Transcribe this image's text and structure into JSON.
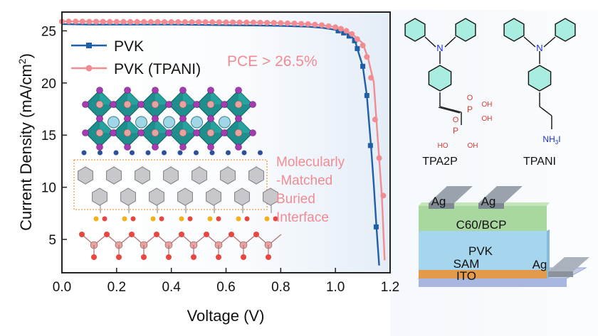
{
  "chart_data": {
    "type": "line",
    "xlabel": "Voltage (V)",
    "ylabel": "Current Density (mA/cm",
    "ylabel_sup": "2",
    "ylabel_tail": ")",
    "xlim": [
      0.0,
      1.2
    ],
    "ylim": [
      1.8,
      26.8
    ],
    "x_ticks": [
      "0.0",
      "0.2",
      "0.4",
      "0.6",
      "0.8",
      "1.0",
      "1.2"
    ],
    "y_ticks": [
      "5",
      "10",
      "15",
      "20",
      "25"
    ],
    "grid": false,
    "legend_position": "top-left",
    "series": [
      {
        "name": "PVK",
        "color": "#1f5fa8",
        "marker": "square",
        "points": [
          [
            0.0,
            25.65
          ],
          [
            0.1,
            25.6
          ],
          [
            0.2,
            25.6
          ],
          [
            0.3,
            25.6
          ],
          [
            0.4,
            25.6
          ],
          [
            0.5,
            25.58
          ],
          [
            0.6,
            25.55
          ],
          [
            0.7,
            25.52
          ],
          [
            0.8,
            25.48
          ],
          [
            0.9,
            25.4
          ],
          [
            0.95,
            25.3
          ],
          [
            1.0,
            25.1
          ],
          [
            1.03,
            24.9
          ],
          [
            1.05,
            24.6
          ],
          [
            1.07,
            24.2
          ],
          [
            1.08,
            23.3
          ],
          [
            1.1,
            21.6
          ],
          [
            1.115,
            18.8
          ],
          [
            1.13,
            14.0
          ],
          [
            1.14,
            10.3
          ],
          [
            1.15,
            6.2
          ],
          [
            1.16,
            2.5
          ]
        ],
        "marker_points": [
          [
            1.01,
            25.0
          ],
          [
            1.03,
            24.8
          ],
          [
            1.05,
            24.5
          ],
          [
            1.07,
            24.05
          ],
          [
            1.08,
            23.3
          ],
          [
            1.1,
            21.6
          ],
          [
            1.115,
            18.8
          ],
          [
            1.128,
            14.0
          ],
          [
            1.149,
            6.2
          ]
        ]
      },
      {
        "name": "PVK (TPANI)",
        "color": "#f08c92",
        "marker": "circle",
        "points": [
          [
            0.0,
            25.9
          ],
          [
            0.1,
            25.88
          ],
          [
            0.2,
            25.87
          ],
          [
            0.3,
            25.86
          ],
          [
            0.4,
            25.85
          ],
          [
            0.5,
            25.84
          ],
          [
            0.6,
            25.82
          ],
          [
            0.7,
            25.8
          ],
          [
            0.8,
            25.75
          ],
          [
            0.9,
            25.65
          ],
          [
            0.95,
            25.55
          ],
          [
            1.0,
            25.35
          ],
          [
            1.04,
            25.0
          ],
          [
            1.07,
            24.5
          ],
          [
            1.1,
            23.8
          ],
          [
            1.12,
            22.3
          ],
          [
            1.14,
            20.1
          ],
          [
            1.15,
            16.4
          ],
          [
            1.16,
            12.8
          ],
          [
            1.17,
            9.0
          ],
          [
            1.18,
            3.0
          ]
        ],
        "marker_points": [
          [
            0.0,
            25.9
          ],
          [
            0.025,
            25.9
          ],
          [
            0.05,
            25.9
          ],
          [
            0.075,
            25.9
          ],
          [
            0.1,
            25.88
          ],
          [
            0.125,
            25.88
          ],
          [
            0.15,
            25.88
          ],
          [
            0.175,
            25.87
          ],
          [
            0.2,
            25.87
          ],
          [
            0.225,
            25.87
          ],
          [
            0.25,
            25.86
          ],
          [
            0.275,
            25.86
          ],
          [
            0.3,
            25.86
          ],
          [
            0.325,
            25.86
          ],
          [
            0.35,
            25.86
          ],
          [
            0.375,
            25.85
          ],
          [
            0.4,
            25.85
          ],
          [
            0.425,
            25.85
          ],
          [
            0.45,
            25.85
          ],
          [
            0.475,
            25.84
          ],
          [
            0.5,
            25.84
          ],
          [
            0.525,
            25.84
          ],
          [
            0.55,
            25.83
          ],
          [
            0.575,
            25.83
          ],
          [
            0.6,
            25.82
          ],
          [
            0.625,
            25.82
          ],
          [
            0.65,
            25.81
          ],
          [
            0.675,
            25.81
          ],
          [
            0.7,
            25.8
          ],
          [
            0.725,
            25.79
          ],
          [
            0.75,
            25.78
          ],
          [
            0.775,
            25.77
          ],
          [
            0.8,
            25.75
          ],
          [
            0.825,
            25.73
          ],
          [
            0.85,
            25.71
          ],
          [
            0.875,
            25.68
          ],
          [
            0.9,
            25.65
          ],
          [
            0.925,
            25.6
          ],
          [
            0.95,
            25.55
          ],
          [
            0.975,
            25.45
          ],
          [
            1.0,
            25.35
          ],
          [
            1.02,
            25.2
          ],
          [
            1.04,
            25.0
          ],
          [
            1.06,
            24.7
          ],
          [
            1.08,
            24.2
          ],
          [
            1.1,
            23.6
          ],
          [
            1.115,
            22.5
          ],
          [
            1.13,
            20.5
          ],
          [
            1.145,
            16.5
          ],
          [
            1.16,
            12.8
          ],
          [
            1.175,
            9.2
          ]
        ]
      }
    ],
    "annotation": "PCE > 26.5%",
    "annotation_color": "#f08c92"
  },
  "inset": {
    "interface_label": [
      "Molecularly",
      "-Matched",
      "Buried",
      "Interface"
    ],
    "label_color": "#f08c92"
  },
  "molecules": {
    "tpa2p": {
      "name": "TPA2P",
      "N": "N",
      "P": "P",
      "O": "O",
      "OH": "OH",
      "HO": "HO"
    },
    "tpani": {
      "name": "TPANI",
      "N": "N",
      "nh3i": "NH",
      "nh3i_sub": "3",
      "nh3i_tail": "I"
    }
  },
  "device": {
    "layers": [
      "C60/BCP",
      "PVK",
      "SAM",
      "ITO"
    ],
    "electrodes": [
      "Ag",
      "Ag",
      "Ag"
    ]
  }
}
